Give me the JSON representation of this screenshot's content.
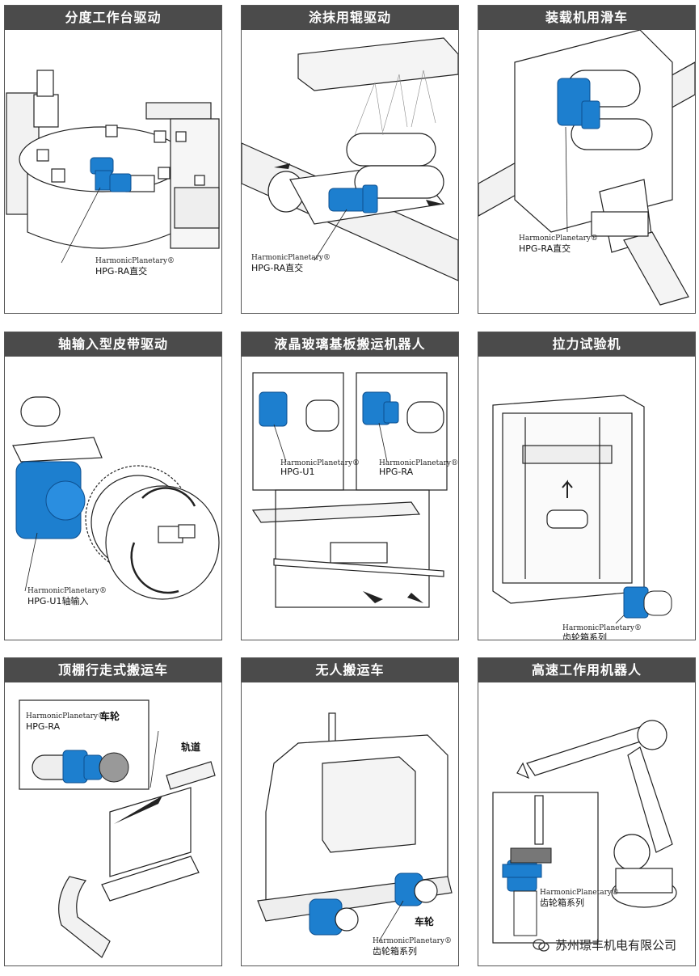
{
  "colors": {
    "accent": "#1d7fcf",
    "accent_dark": "#0d4f8f",
    "header": "#4b4b4b",
    "line": "#222222"
  },
  "panels": [
    {
      "title": "分度工作台驱动",
      "labels": [
        "HarmonicPlanetary®",
        "HPG-RA直交"
      ]
    },
    {
      "title": "涂抹用辊驱动",
      "labels": [
        "HarmonicPlanetary®",
        "HPG-RA直交"
      ]
    },
    {
      "title": "装载机用滑车",
      "labels": [
        "HarmonicPlanetary®",
        "HPG-RA直交"
      ]
    },
    {
      "title": "轴输入型皮带驱动",
      "labels": [
        "HarmonicPlanetary®",
        "HPG-U1轴输入"
      ]
    },
    {
      "title": "液晶玻璃基板搬运机器人",
      "labels": [
        "HarmonicPlanetary®",
        "HPG-U1",
        "HarmonicPlanetary®",
        "HPG-RA"
      ]
    },
    {
      "title": "拉力试验机",
      "labels": [
        "HarmonicPlanetary®",
        "齿轮箱系列"
      ]
    },
    {
      "title": "顶棚行走式搬运车",
      "labels": [
        "HarmonicPlanetary®",
        "HPG-RA",
        "车轮",
        "轨道"
      ]
    },
    {
      "title": "无人搬运车",
      "labels": [
        "车轮",
        "HarmonicPlanetary®",
        "齿轮箱系列"
      ]
    },
    {
      "title": "高速工作用机器人",
      "labels": [
        "HarmonicPlanetary®",
        "齿轮箱系列"
      ]
    }
  ],
  "watermark": {
    "icon": "wechat-icon",
    "text": "苏州璟丰机电有限公司"
  }
}
